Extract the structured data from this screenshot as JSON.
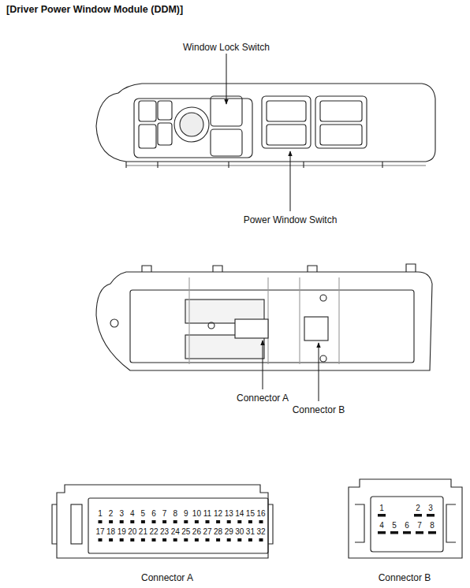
{
  "diagram": {
    "title": "[Driver Power Window Module (DDM)]",
    "labels": [
      "Window Lock Switch",
      "Power Window Switch",
      "Connector A",
      "Connector B",
      "1",
      "2",
      "3",
      "4",
      "5",
      "6",
      "7",
      "8",
      "9",
      "10",
      "11",
      "12",
      "13",
      "14",
      "15",
      "16",
      "17",
      "18",
      "19",
      "20",
      "21",
      "22",
      "23",
      "24",
      "25",
      "26",
      "27",
      "28",
      "29",
      "30",
      "31",
      "32",
      "1",
      "2",
      "3",
      "4",
      "5",
      "6",
      "7",
      "8",
      "Connector A",
      "Connector B"
    ]
  }
}
